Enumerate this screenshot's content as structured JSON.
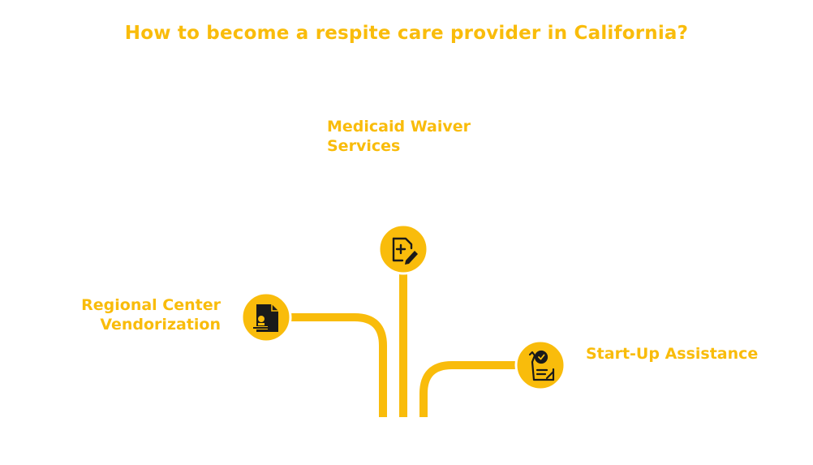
{
  "title": "How to become a respite care provider in California?",
  "branches": {
    "medicaid": {
      "label_lines": [
        "Medicaid Waiver",
        "Services"
      ],
      "icon": "medical-document-edit-icon"
    },
    "regional": {
      "label_lines": [
        "Regional Center",
        "Vendorization"
      ],
      "icon": "document-stamp-icon"
    },
    "startup": {
      "label_lines": [
        "Start-Up Assistance"
      ],
      "icon": "clipboard-check-icon"
    }
  },
  "colors": {
    "accent": "#F9BC0B",
    "icon": "#1A1A1A",
    "background": "#FFFFFF"
  }
}
